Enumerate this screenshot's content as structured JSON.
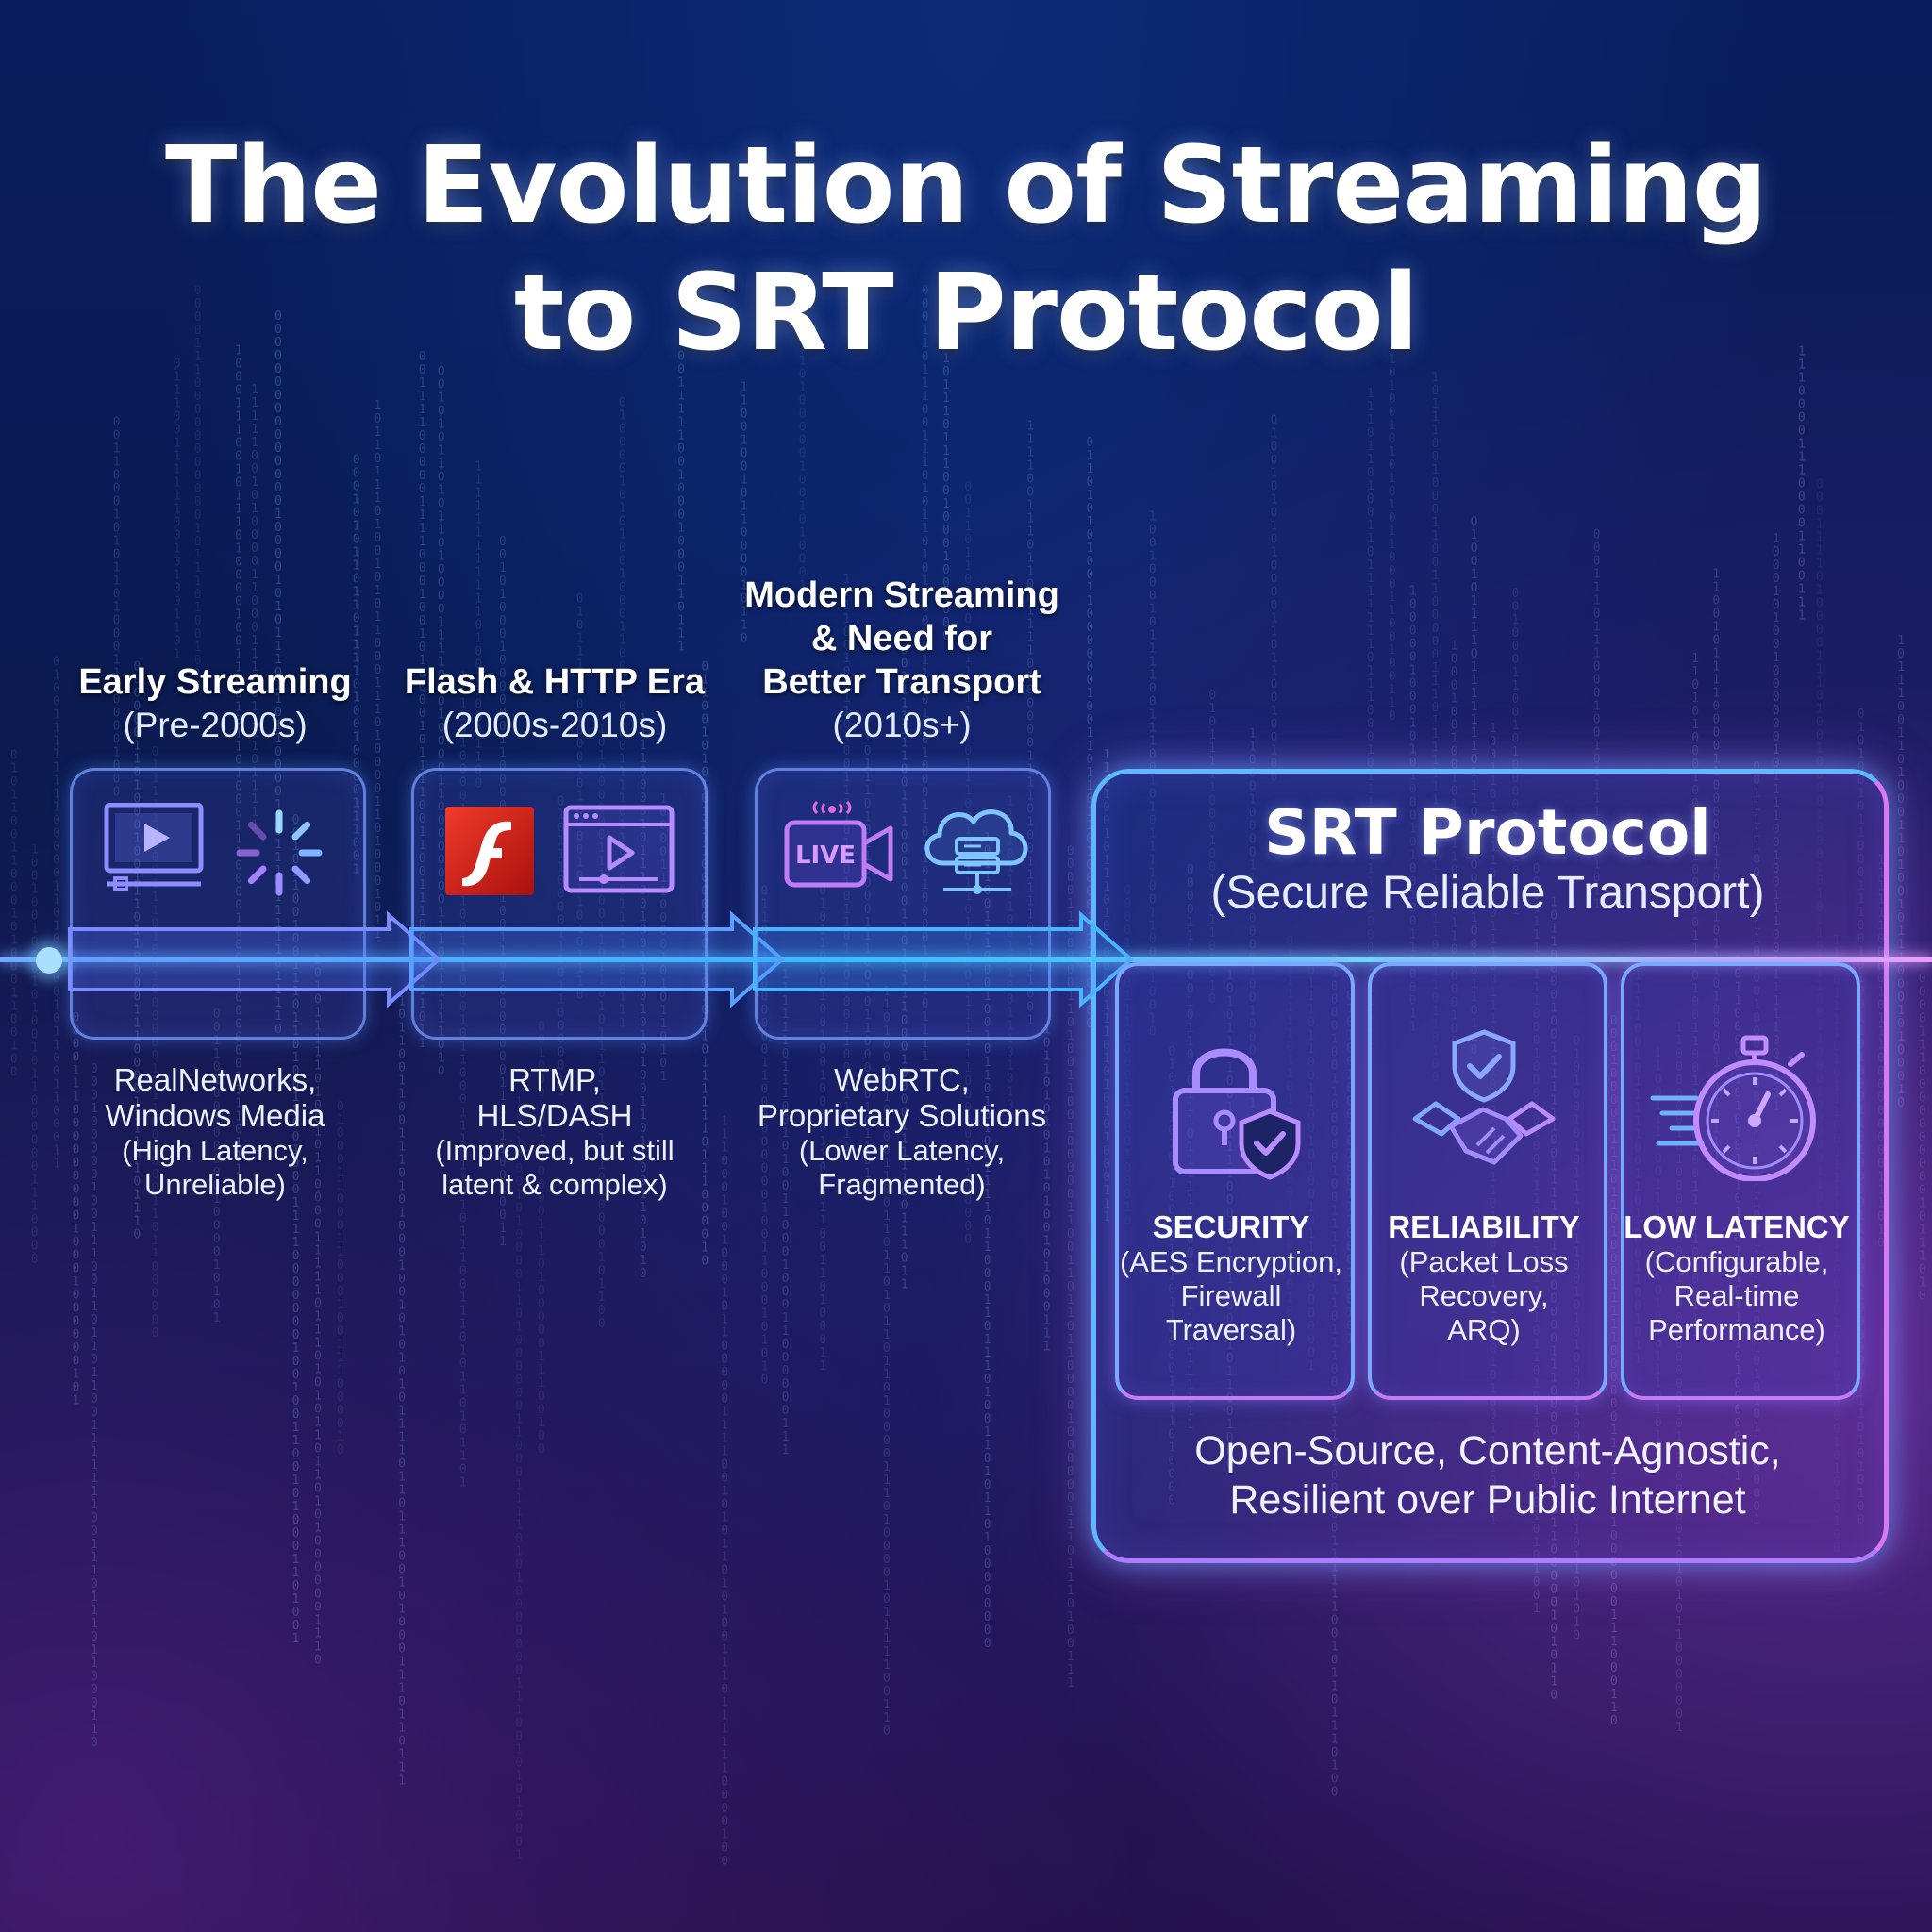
{
  "title": {
    "line1": "The Evolution of Streaming",
    "line2": "to SRT Protocol"
  },
  "eras": [
    {
      "name_lines": [
        "Early Streaming"
      ],
      "years": "(Pre-2000s)",
      "icons": [
        "video-player-icon",
        "loading-spinner-icon"
      ],
      "desc_lines": [
        "RealNetworks,",
        "Windows Media"
      ],
      "note_lines": [
        "(High Latency,",
        "Unreliable)"
      ]
    },
    {
      "name_lines": [
        "Flash & HTTP Era"
      ],
      "years": "(2000s-2010s)",
      "icons": [
        "flash-logo-icon",
        "browser-video-icon"
      ],
      "desc_lines": [
        "RTMP,",
        "HLS/DASH"
      ],
      "note_lines": [
        "(Improved, but still",
        "latent & complex)"
      ]
    },
    {
      "name_lines": [
        "Modern Streaming",
        "& Need for",
        "Better Transport"
      ],
      "years": "(2010s+)",
      "icons": [
        "live-camera-icon",
        "cloud-server-icon"
      ],
      "live_label": "LIVE",
      "desc_lines": [
        "WebRTC,",
        "Proprietary Solutions"
      ],
      "note_lines": [
        "(Lower Latency,",
        "Fragmented)"
      ]
    }
  ],
  "srt": {
    "title": "SRT Protocol",
    "subtitle": "(Secure Reliable Transport)",
    "features": [
      {
        "title": "SECURITY",
        "desc": "(AES Encryption,\nFirewall\nTraversal)",
        "icon": "padlock-shield-icon"
      },
      {
        "title": "RELIABILITY",
        "desc": "(Packet Loss\nRecovery,\nARQ)",
        "icon": "handshake-shield-icon"
      },
      {
        "title": "LOW LATENCY",
        "desc": "(Configurable,\nReal-time\nPerformance)",
        "icon": "stopwatch-icon"
      }
    ],
    "footer_line1": "Open-Source, Content-Agnostic,",
    "footer_line2": "Resilient over Public Internet"
  },
  "colors": {
    "background": "#0b1a4f",
    "timeline_glow": "#4fb6ff",
    "accent_purple": "#c47cf2",
    "flash_red": "#d62a20"
  }
}
